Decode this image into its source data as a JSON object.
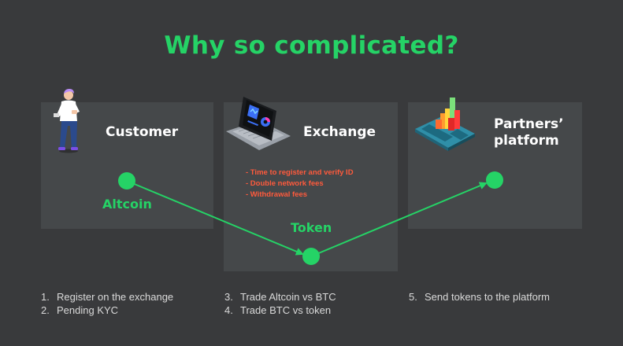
{
  "title": "Why so complicated?",
  "panels": {
    "customer": {
      "title": "Customer",
      "flow_label": "Altcoin"
    },
    "exchange": {
      "title": "Exchange",
      "flow_label": "Token",
      "fees": [
        "- Time to register and verify ID",
        "- Double network fees",
        "- Withdrawal fees"
      ]
    },
    "partners": {
      "title": "Partners’ platform"
    }
  },
  "steps": [
    [
      {
        "num": "1.",
        "text": "Register on the exchange"
      },
      {
        "num": "2.",
        "text": "Pending KYC"
      }
    ],
    [
      {
        "num": "3.",
        "text": "Trade Altcoin vs BTC"
      },
      {
        "num": "4.",
        "text": "Trade BTC vs token"
      }
    ],
    [
      {
        "num": "5.",
        "text": "Send tokens to the platform"
      }
    ]
  ],
  "colors": {
    "accent": "#25d366",
    "warning": "#ff5a3c",
    "background": "#393a3c",
    "panel": "#45484a"
  },
  "icons": [
    "person-illustration",
    "laptop-illustration",
    "platform-illustration"
  ]
}
